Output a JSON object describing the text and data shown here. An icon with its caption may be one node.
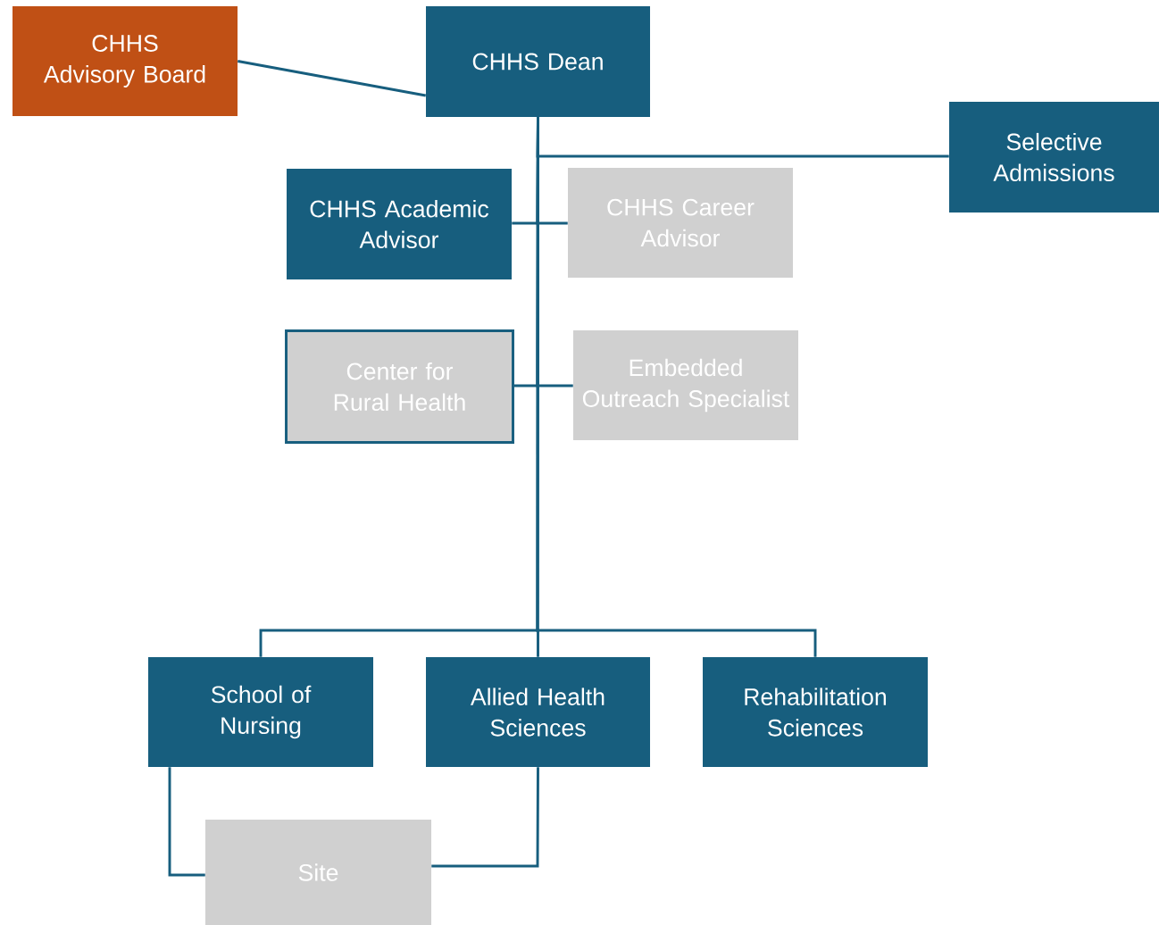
{
  "diagram": {
    "nodes": [
      {
        "text": [
          "CHHS Advisory Board"
        ]
      },
      {
        "text": [
          "CHHS Dean"
        ]
      },
      {
        "text": [
          "Selective Admissions"
        ]
      },
      {
        "text": [
          "CHHS Academic Advisor"
        ]
      },
      {
        "text": [
          "CHHS Career Advisor"
        ]
      },
      {
        "text": [
          "Center for Rural Health"
        ]
      },
      {
        "text": [
          "Embedded Outreach Specialist"
        ]
      },
      {
        "text": [
          "School of Nursing"
        ]
      },
      {
        "text": [
          "Allied Health Sciences"
        ]
      },
      {
        "text": [
          "Rehabilitation Sciences"
        ]
      },
      {
        "text": [
          "Site"
        ]
      }
    ],
    "edges": [
      {
        "from": 0,
        "to": 1,
        "arrow": "none"
      },
      {
        "from": 1,
        "to": 2,
        "arrow": "none"
      },
      {
        "from": 1,
        "to": 3,
        "arrow": "none"
      },
      {
        "from": 1,
        "to": 4,
        "arrow": "none"
      },
      {
        "from": 1,
        "to": 5,
        "arrow": "none"
      },
      {
        "from": 1,
        "to": 6,
        "arrow": "none"
      },
      {
        "from": 1,
        "to": 7,
        "arrow": "none"
      },
      {
        "from": 1,
        "to": 8,
        "arrow": "none"
      },
      {
        "from": 1,
        "to": 9,
        "arrow": "none"
      },
      {
        "from": 7,
        "to": 10,
        "arrow": "none"
      },
      {
        "from": 8,
        "to": 10,
        "arrow": "none"
      }
    ]
  }
}
